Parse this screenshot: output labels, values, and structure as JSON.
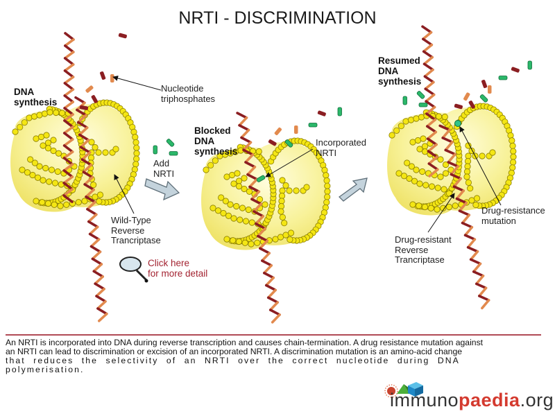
{
  "title": "NRTI - DISCRIMINATION",
  "colors": {
    "protein_fill": "#f6ef8a",
    "bead_fill": "#f4e614",
    "bead_stroke": "#8a7d00",
    "dna_dark": "#8b1e22",
    "dna_light": "#e28a4e",
    "nrti_green": "#2bb86a",
    "arrow_fill": "#c4d3dc",
    "caption_rule": "#b04a55",
    "link_red": "#a32331",
    "logo_red": "#d43a2f"
  },
  "panels": {
    "wild_type": {
      "heading": [
        "DNA",
        "synthesis"
      ],
      "nucleotide_label": [
        "Nucleotide",
        "triphosphates"
      ],
      "enzyme_label": [
        "Wild-Type",
        "Reverse",
        "Trancriptase"
      ]
    },
    "add_nrti": {
      "label": [
        "Add",
        "NRTI"
      ],
      "arrow_icon": "right-arrow-icon"
    },
    "blocked": {
      "heading": [
        "Blocked",
        "DNA",
        "synthesis"
      ],
      "incorporated_label": [
        "Incorporated",
        "NRTI"
      ]
    },
    "resumed": {
      "heading": [
        "Resumed",
        "DNA",
        "synthesis"
      ],
      "mutation_label": [
        "Drug-resistance",
        "mutation"
      ],
      "enzyme_label": [
        "Drug-resistant",
        "Reverse",
        "Trancriptase"
      ]
    }
  },
  "detail_link": {
    "icon": "magnifier-icon",
    "lines": [
      "Click here",
      "for more detail"
    ]
  },
  "caption": {
    "line1": "An NRTI is incorporated into DNA during reverse transcription and causes chain-termination. A drug resistance mutation against",
    "line2": "an NRTI can lead to discrimination or excision of an incorporated NRTI.  A discrimination mutation is an amino-acid change",
    "line3": "that reduces the selectivity of an NRTI over the correct nucleotide during DNA polymerisation."
  },
  "logo": {
    "prefix": "immuno",
    "bold": "paedia",
    "suffix": ".org"
  }
}
